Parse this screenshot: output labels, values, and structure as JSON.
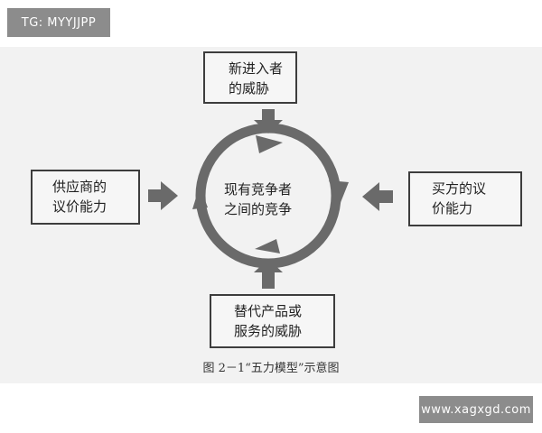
{
  "watermark_top": "TG: MYYJJPP",
  "watermark_bottom": "www.xagxgd.com",
  "nodes": {
    "top": [
      "新进入者",
      "的威胁"
    ],
    "left": [
      "供应商的",
      "议价能力"
    ],
    "right": [
      "买方的议",
      "价能力"
    ],
    "bottom": [
      "替代产品或",
      "服务的威胁"
    ],
    "center": [
      "现有竞争者",
      "之间的竞争"
    ]
  },
  "caption": "图 2－1“五力模型”示意图",
  "colors": {
    "arrow": "#6a6a6a",
    "box_border": "#3d3d3d",
    "watermark_bg": "#8c8c8c"
  }
}
